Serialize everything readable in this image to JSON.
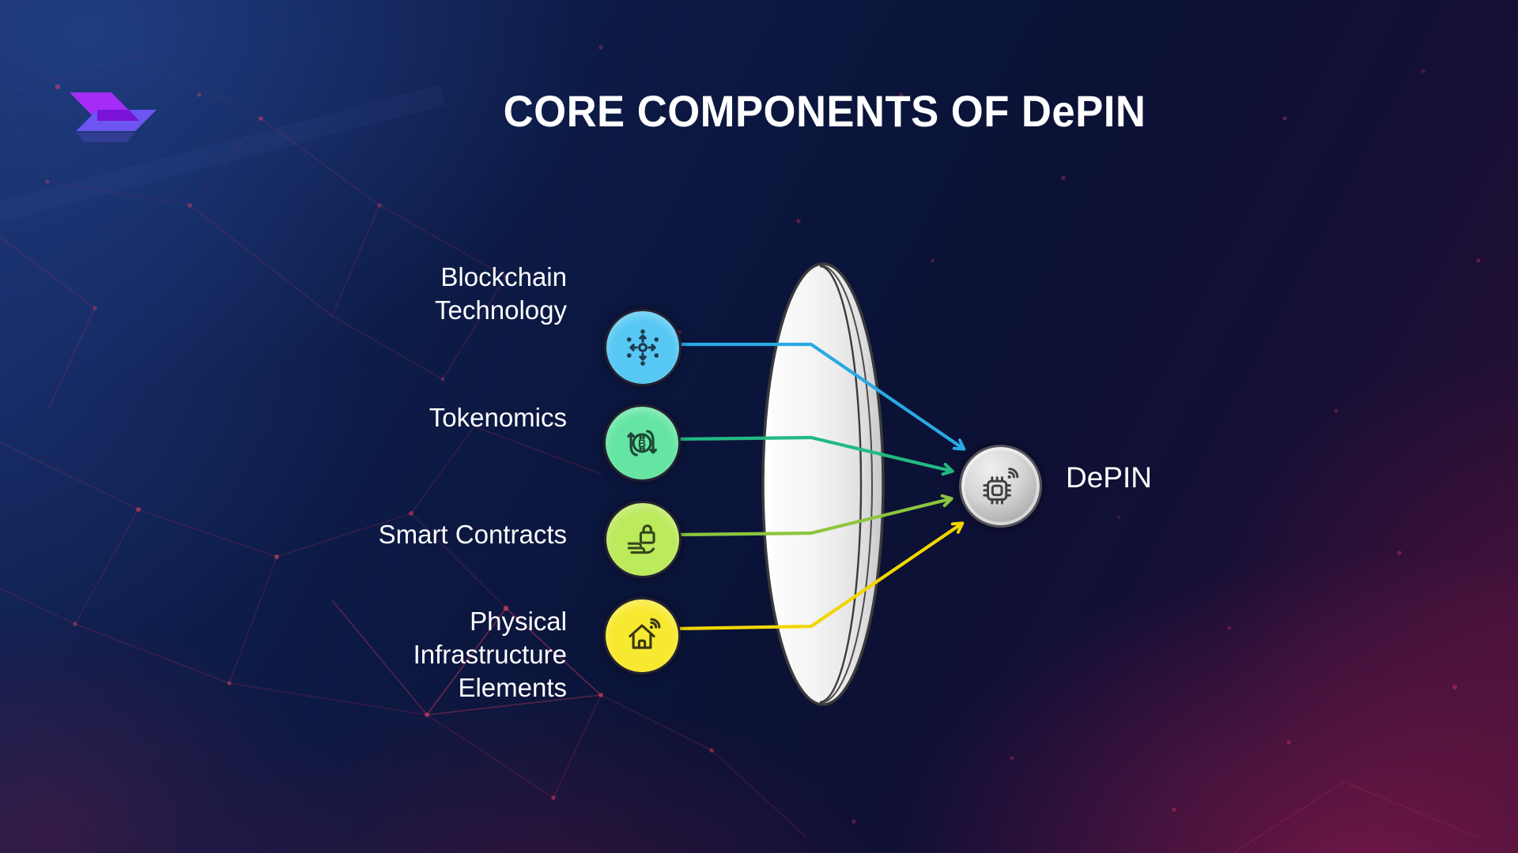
{
  "title": "CORE COMPONENTS OF DePIN",
  "brand": {
    "logo_name": "arrow-wing-logo"
  },
  "components": [
    {
      "label": "Blockchain Technology",
      "icon": "decentralized-network-icon",
      "circle_color": "#57C8F3",
      "ray_color": "#2AA9E2",
      "icon_color": "#1C3A50"
    },
    {
      "label": "Tokenomics",
      "icon": "bitcoin-cycle-icon",
      "circle_color": "#65E5A3",
      "ray_color": "#22BA82",
      "icon_color": "#1D4636"
    },
    {
      "label": "Smart Contracts",
      "icon": "padlock-hand-icon",
      "circle_color": "#BBEA5C",
      "ray_color": "#8CC63F",
      "icon_color": "#37471A"
    },
    {
      "label": "Physical Infrastructure Elements",
      "icon": "smart-home-wifi-icon",
      "circle_color": "#F7E930",
      "ray_color": "#F2D601",
      "icon_color": "#3B3614"
    }
  ],
  "output": {
    "label": "DePIN",
    "icon": "chip-wifi-icon",
    "circle_color": "#C9C9C9"
  },
  "lens": {
    "name": "converging-lens",
    "fill": "#F2F2F2",
    "stroke": "#3B3B3B"
  },
  "background": {
    "navy": "#0D1B47",
    "maroon": "#2E1033",
    "mesh_red": "#D93057"
  }
}
